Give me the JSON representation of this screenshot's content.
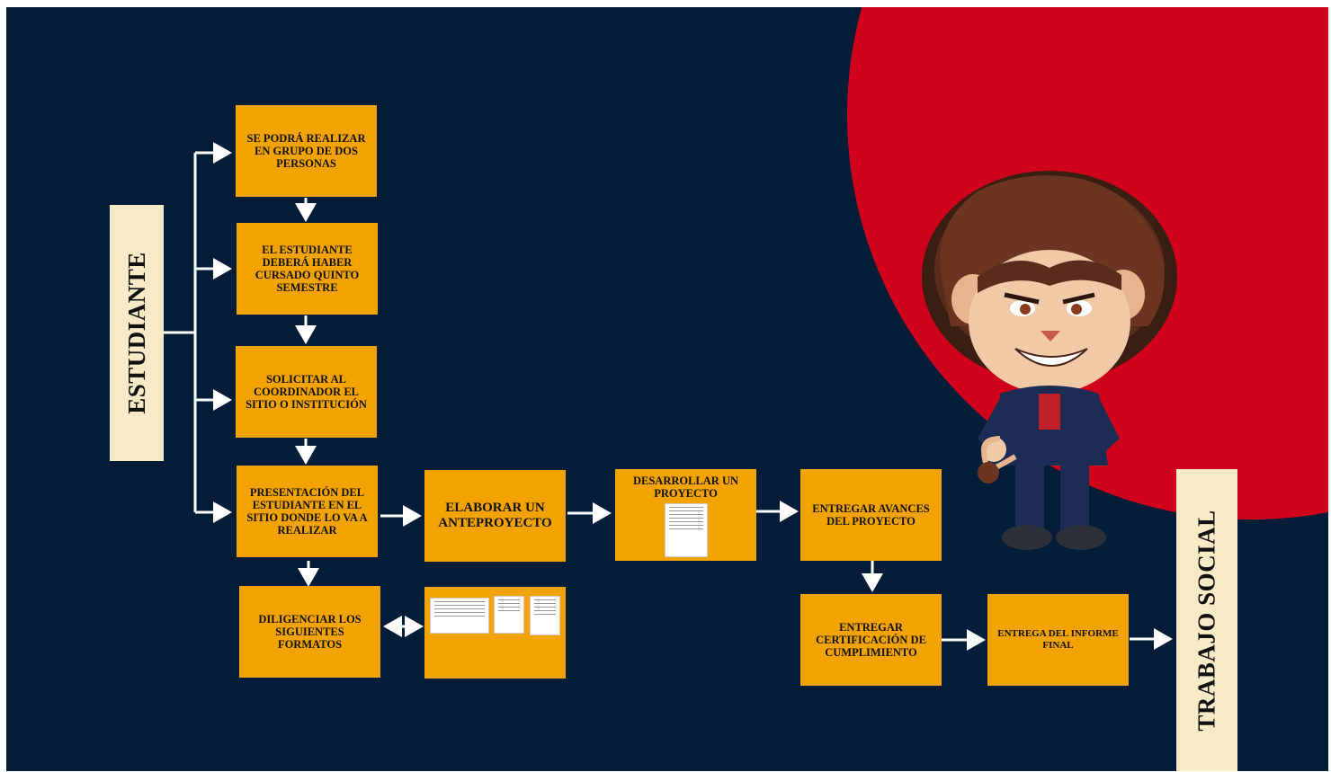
{
  "left_label": "ESTUDIANTE",
  "right_label": "TRABAJO SOCIAL",
  "steps": {
    "grupo": "SE PODRÁ REALIZAR EN GRUPO DE DOS PERSONAS",
    "quinto": "EL ESTUDIANTE DEBERÁ HABER CURSADO QUINTO SEMESTRE",
    "solicitar": "SOLICITAR AL COORDINADOR EL SITIO O INSTITUCIÓN",
    "presentacion": "PRESENTACIÓN DEL ESTUDIANTE EN EL SITIO DONDE LO VA A REALIZAR",
    "diligenciar": "DILIGENCIAR LOS SIGUIENTES FORMATOS",
    "anteproyecto": "ELABORAR UN ANTEPROYECTO",
    "desarrollar": "DESARROLLAR UN PROYECTO",
    "avances": "ENTREGAR AVANCES DEL PROYECTO",
    "certificacion": "ENTREGAR CERTIFICACIÓN DE CUMPLIMIENTO",
    "informe": "ENTREGA DEL INFORME FINAL"
  },
  "colors": {
    "background": "#031c38",
    "accent_red": "#d0021b",
    "box": "#f3a300",
    "label_bg": "#f7eac7"
  }
}
